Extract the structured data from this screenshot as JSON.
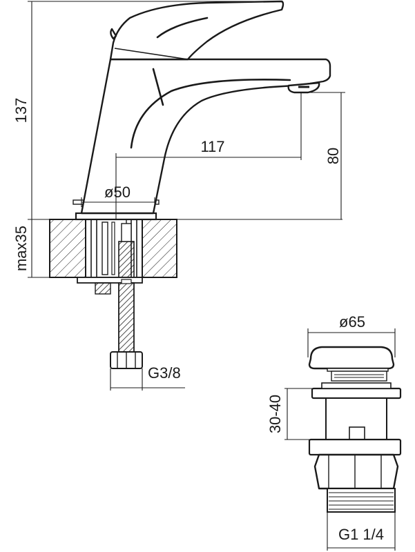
{
  "dimensions": {
    "height_total": "137",
    "mount_thickness": "max35",
    "diameter_base": "ø50",
    "spout_reach": "117",
    "spout_height": "80",
    "supply_thread": "G3/8",
    "waste_diameter": "ø65",
    "waste_height": "30-40",
    "waste_thread": "G1 1/4"
  },
  "colors": {
    "line": "#1a1a1a",
    "background": "#ffffff"
  }
}
